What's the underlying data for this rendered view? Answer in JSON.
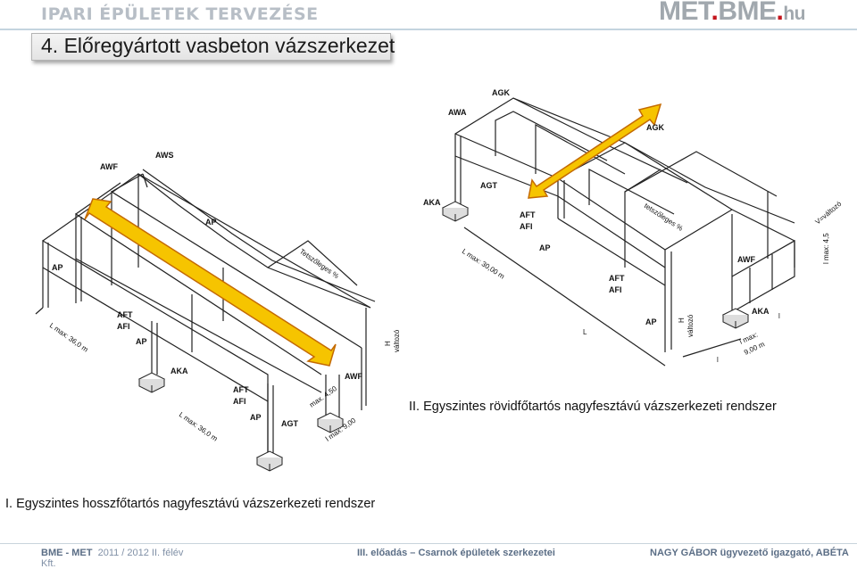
{
  "header": {
    "title": "IPARI ÉPÜLETEK TERVEZÉSE",
    "logo_main": "MET",
    "logo_dot": ".",
    "logo_bme": "BME",
    "logo_dot2": ".",
    "logo_hu": "hu"
  },
  "section": {
    "title": "4. Előregyártott vasbeton vázszerkezet"
  },
  "drawing1": {
    "labels": {
      "awf_top": "AWF",
      "aws": "AWS",
      "ap_top": "AP",
      "ap_left": "AP",
      "aft1": "AFT",
      "afi1": "AFI",
      "ap_mid": "AP",
      "aka": "AKA",
      "aft2": "AFT",
      "afi2": "AFI",
      "ap_bot": "AP",
      "agt": "AGT",
      "awf_right": "AWF",
      "tetsz": "Tetszőleges %",
      "lmax_left": "L max: 36,0 m",
      "lmax_bot": "L max: 36,0 m",
      "lmax_small": "l max: 9,00",
      "max450": "max. 4,50",
      "h": "H",
      "valtozo": "változó"
    },
    "caption": "I. Egyszintes hosszfőtartós nagyfesztávú vázszerkezeti rendszer"
  },
  "drawing2": {
    "labels": {
      "agk": "AGK",
      "awa": "AWA",
      "agk2": "AGK",
      "agt": "AGT",
      "aka": "AKA",
      "aft1": "AFT",
      "afi1": "AFI",
      "ap1": "AP",
      "aft2": "AFT",
      "afi2": "AFI",
      "awf": "AWF",
      "ap2": "AP",
      "aka2": "AKA",
      "tetsz": "tetszőleges %",
      "lmax30": "L max: 30,00 m",
      "l": "L",
      "h": "H",
      "valtozo": "változó",
      "vvalt": "V=változó",
      "lmax45": "l max: 4,5",
      "lmax9a": "l max:",
      "lmax9b": "9,00 m",
      "l2": "l",
      "l3": "l"
    },
    "caption": "II. Egyszintes rövidfőtartós nagyfesztávú vázszerkezeti rendszer"
  },
  "footer": {
    "org": "BME - MET",
    "semester": "2011 / 2012 II. félév",
    "lecture": "III. előadás – Csarnok épületek szerkezetei",
    "author": "NAGY GÁBOR ügyvezető igazgató, ABÉTA",
    "kft": "Kft."
  },
  "colors": {
    "arrow_fill": "#f6c400",
    "arrow_stroke": "#c46a00",
    "logo_red": "#c4141c"
  }
}
